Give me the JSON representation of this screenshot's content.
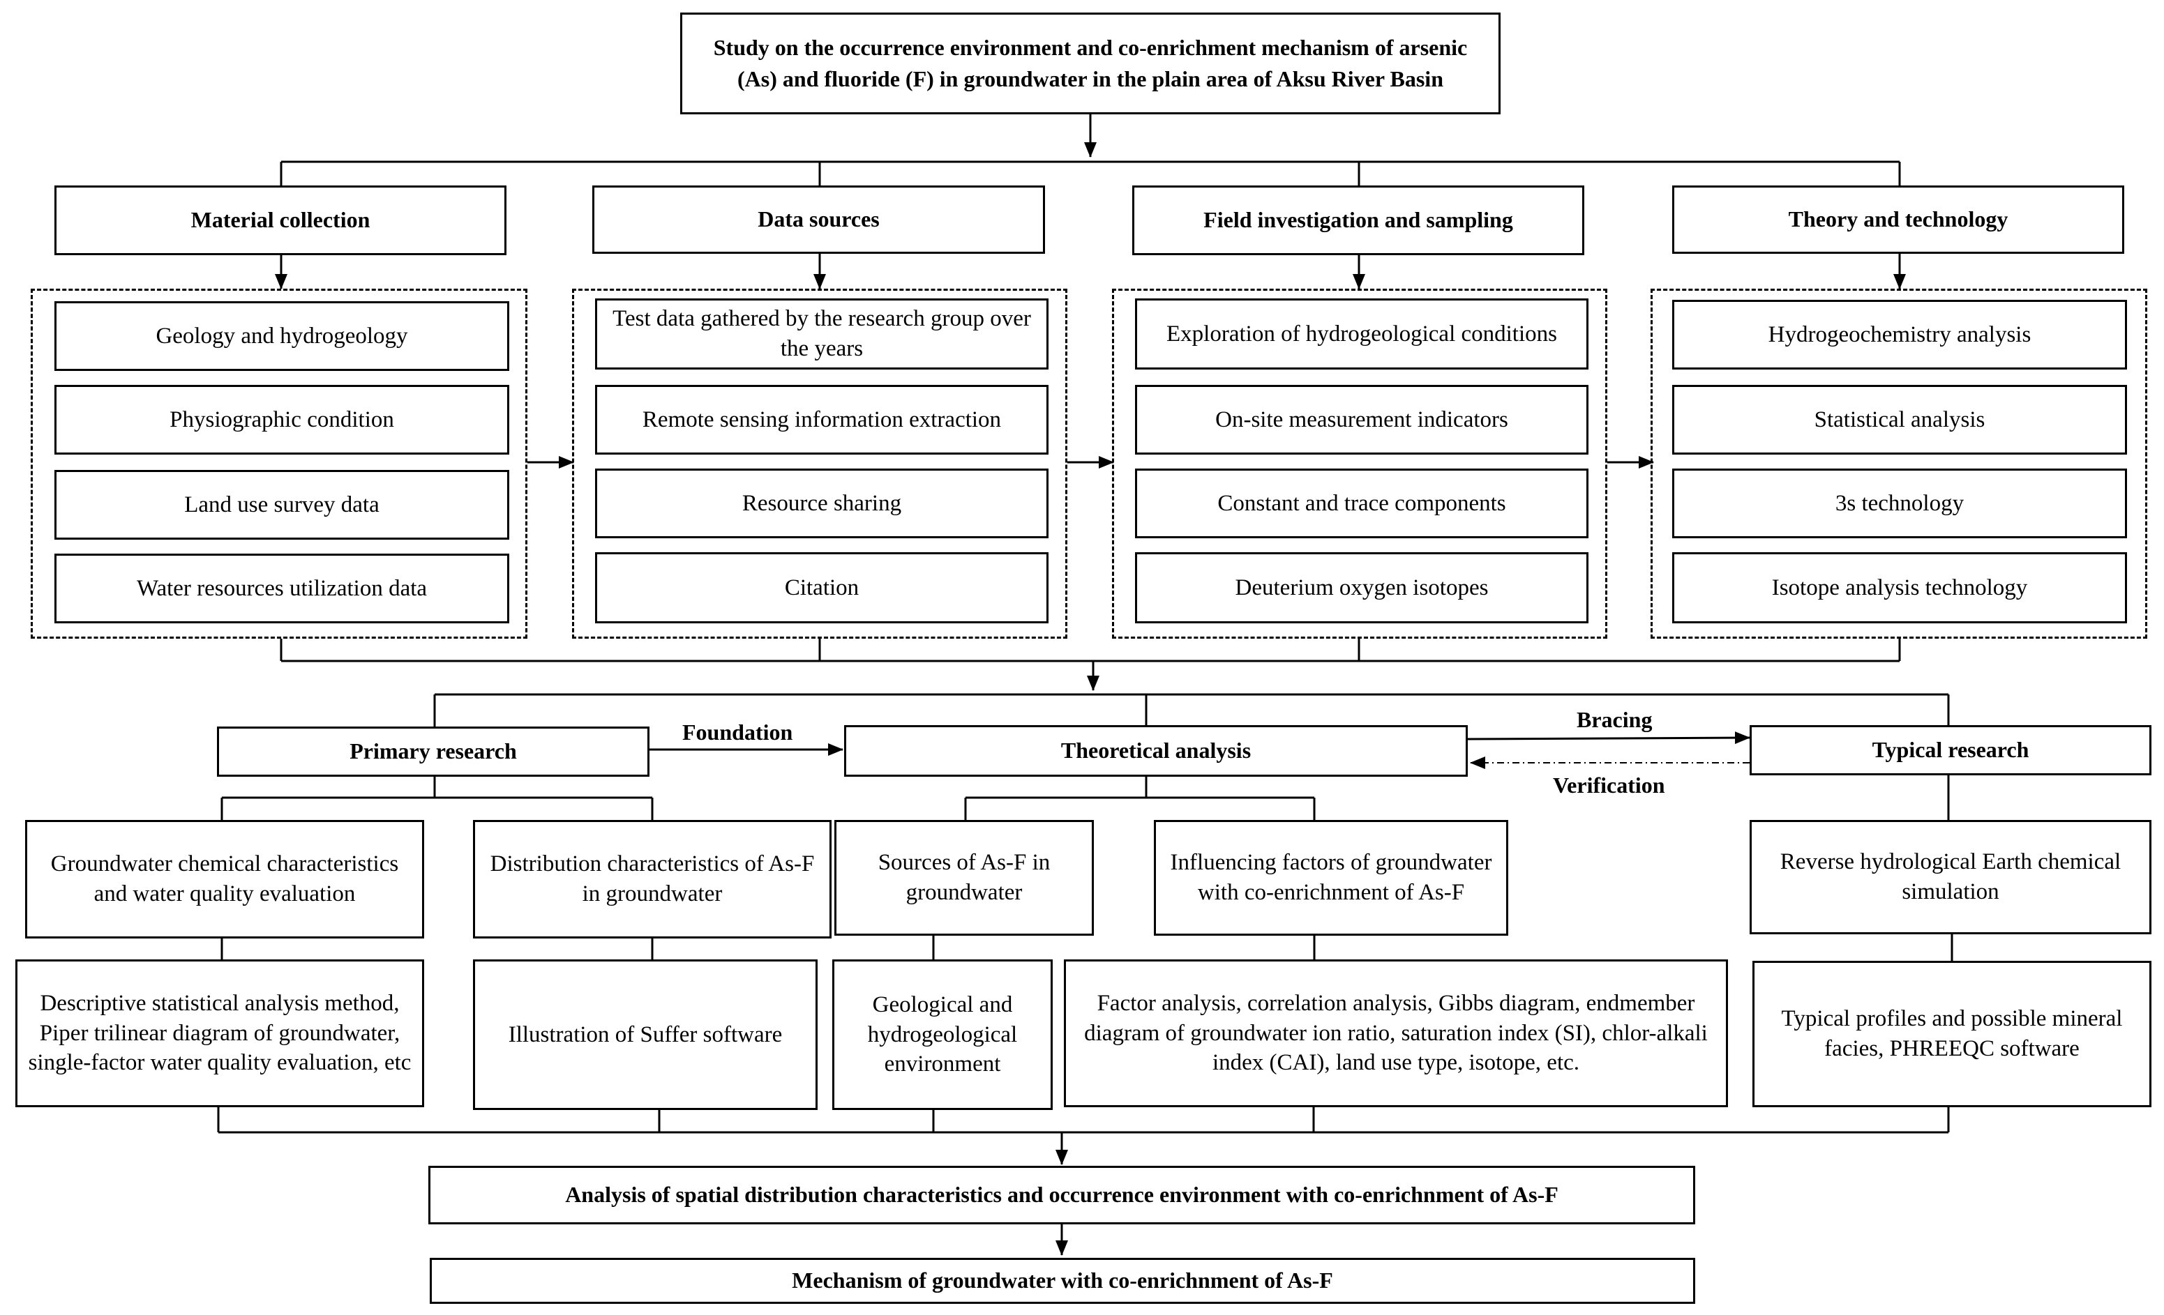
{
  "title": "Study on the occurrence environment and co-enrichment mechanism of arsenic (As) and fluoride (F) in groundwater in the plain area of Aksu River Basin",
  "columns": [
    {
      "header": "Material collection",
      "items": [
        "Geology and hydrogeology",
        "Physiographic condition",
        "Land use survey data",
        "Water resources utilization data"
      ]
    },
    {
      "header": "Data sources",
      "items": [
        "Test data gathered by the research group over the years",
        "Remote sensing information extraction",
        "Resource sharing",
        "Citation"
      ]
    },
    {
      "header": "Field investigation and sampling",
      "items": [
        "Exploration of hydrogeological conditions",
        "On-site measurement indicators",
        "Constant and trace components",
        "Deuterium oxygen isotopes"
      ]
    },
    {
      "header": "Theory and technology",
      "items": [
        "Hydrogeochemistry analysis",
        "Statistical analysis",
        "3s technology",
        "Isotope analysis technology"
      ]
    }
  ],
  "research": {
    "primary": "Primary research",
    "theoretical": "Theoretical analysis",
    "typical": "Typical research",
    "foundation_label": "Foundation",
    "bracing_label": "Bracing",
    "verification_label": "Verification"
  },
  "level3": {
    "gw_chem": "Groundwater chemical characteristics and water quality evaluation",
    "distribution": "Distribution characteristics of As-F in groundwater",
    "sources": "Sources of As-F in groundwater",
    "influencing": "Influencing factors of groundwater with co-enrichnment of As-F",
    "reverse": "Reverse hydrological Earth chemical simulation"
  },
  "level4": {
    "descriptive": "Descriptive statistical analysis method, Piper trilinear diagram of groundwater, single-factor water quality evaluation, etc",
    "suffer": "Illustration of Suffer software",
    "geological": "Geological and hydrogeological environment",
    "factor": "Factor analysis, correlation analysis, Gibbs diagram, endmember diagram of groundwater ion ratio, saturation index (SI), chlor-alkali index (CAI), land use type, isotope, etc.",
    "typical_profiles": "Typical profiles and possible mineral facies, PHREEQC software"
  },
  "bottom": {
    "analysis": "Analysis of spatial distribution characteristics and occurrence environment with co-enrichnment of As-F",
    "mechanism": "Mechanism of groundwater with co-enrichnment of As-F"
  },
  "colors": {
    "line": "#000000",
    "background": "#ffffff"
  }
}
